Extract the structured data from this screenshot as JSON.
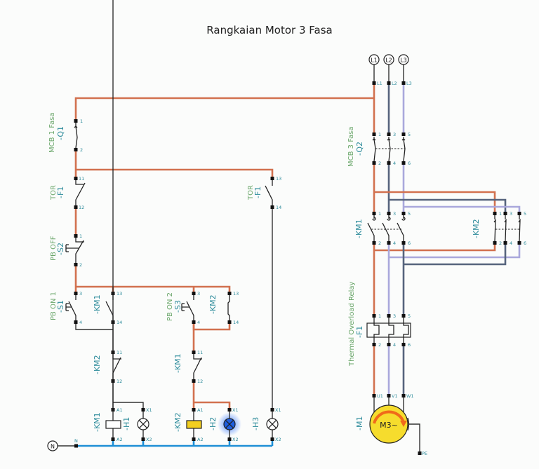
{
  "title": "Rangkaian Motor 3 Fasa",
  "colors": {
    "phase_l1": "#d2714f",
    "phase_l2": "#56647d",
    "phase_l3": "#aaa8dc",
    "neutral": "#1e8fd6",
    "control": "#333333",
    "coil_km2_active": "#f3cf1f",
    "lamp_h2_active": "#1f5fe0",
    "motor": "#f6dc2d",
    "label_desc": "#6aa66a",
    "label_tag": "#2b8a9a"
  },
  "supply": {
    "phases": [
      "L1",
      "L2",
      "L3"
    ],
    "neutral": "N",
    "earth": "PE"
  },
  "components": {
    "q1": {
      "desc": "MCB 1 Fasa",
      "tag": "-Q1",
      "terminals": [
        "1",
        "2"
      ]
    },
    "f1_nc": {
      "desc": "TOR",
      "tag": "-F1",
      "terminals": [
        "11",
        "12"
      ]
    },
    "f1_no": {
      "desc": "TOR",
      "tag": "-F1",
      "terminals": [
        "13",
        "14"
      ]
    },
    "s2": {
      "desc": "PB OFF",
      "tag": "-S2",
      "terminals": [
        "1",
        "2"
      ]
    },
    "s1": {
      "desc": "PB ON 1",
      "tag": "-S1",
      "terminals": [
        "3",
        "4"
      ]
    },
    "km1_hold": {
      "tag": "-KM1",
      "terminals": [
        "13",
        "14"
      ]
    },
    "km2_interlock": {
      "tag": "-KM2",
      "terminals": [
        "11",
        "12"
      ]
    },
    "s3": {
      "desc": "PB ON 2",
      "tag": "-S3",
      "terminals": [
        "3",
        "4"
      ]
    },
    "km2_hold": {
      "tag": "-KM2",
      "terminals": [
        "13",
        "14"
      ]
    },
    "km1_interlock": {
      "tag": "-KM1",
      "terminals": [
        "11",
        "12"
      ]
    },
    "km1_coil": {
      "tag": "-KM1",
      "terminals": [
        "A1",
        "A2"
      ]
    },
    "h1": {
      "tag": "-H1",
      "terminals": [
        "X1",
        "X2"
      ]
    },
    "km2_coil": {
      "tag": "-KM2",
      "terminals": [
        "A1",
        "A2"
      ]
    },
    "h2": {
      "tag": "-H2",
      "terminals": [
        "X1",
        "X2"
      ]
    },
    "h3": {
      "tag": "-H3",
      "terminals": [
        "X1",
        "X2"
      ]
    },
    "n_terminal": {
      "label": "N"
    },
    "q2": {
      "desc": "MCB 3 Fasa",
      "tag": "-Q2",
      "terminals_in": [
        "1",
        "3",
        "5"
      ],
      "terminals_out": [
        "2",
        "4",
        "6"
      ]
    },
    "supply_terms": [
      "L1",
      "L2",
      "L3"
    ],
    "km1_main": {
      "tag": "-KM1",
      "terminals_in": [
        "1",
        "3",
        "5"
      ],
      "terminals_out": [
        "2",
        "4",
        "6"
      ]
    },
    "km2_main": {
      "tag": "-KM2",
      "terminals_in": [
        "1",
        "3",
        "5"
      ],
      "terminals_out": [
        "2",
        "4",
        "6"
      ]
    },
    "f1_thermal": {
      "desc": "Thermal Overload Relay",
      "tag": "-F1",
      "terminals_in": [
        "1",
        "3",
        "5"
      ],
      "terminals_out": [
        "2",
        "4",
        "6"
      ]
    },
    "m1": {
      "tag": "-M1",
      "label": "M3~",
      "terminals": [
        "U1",
        "V1",
        "W1"
      ],
      "pe": "PE"
    }
  }
}
